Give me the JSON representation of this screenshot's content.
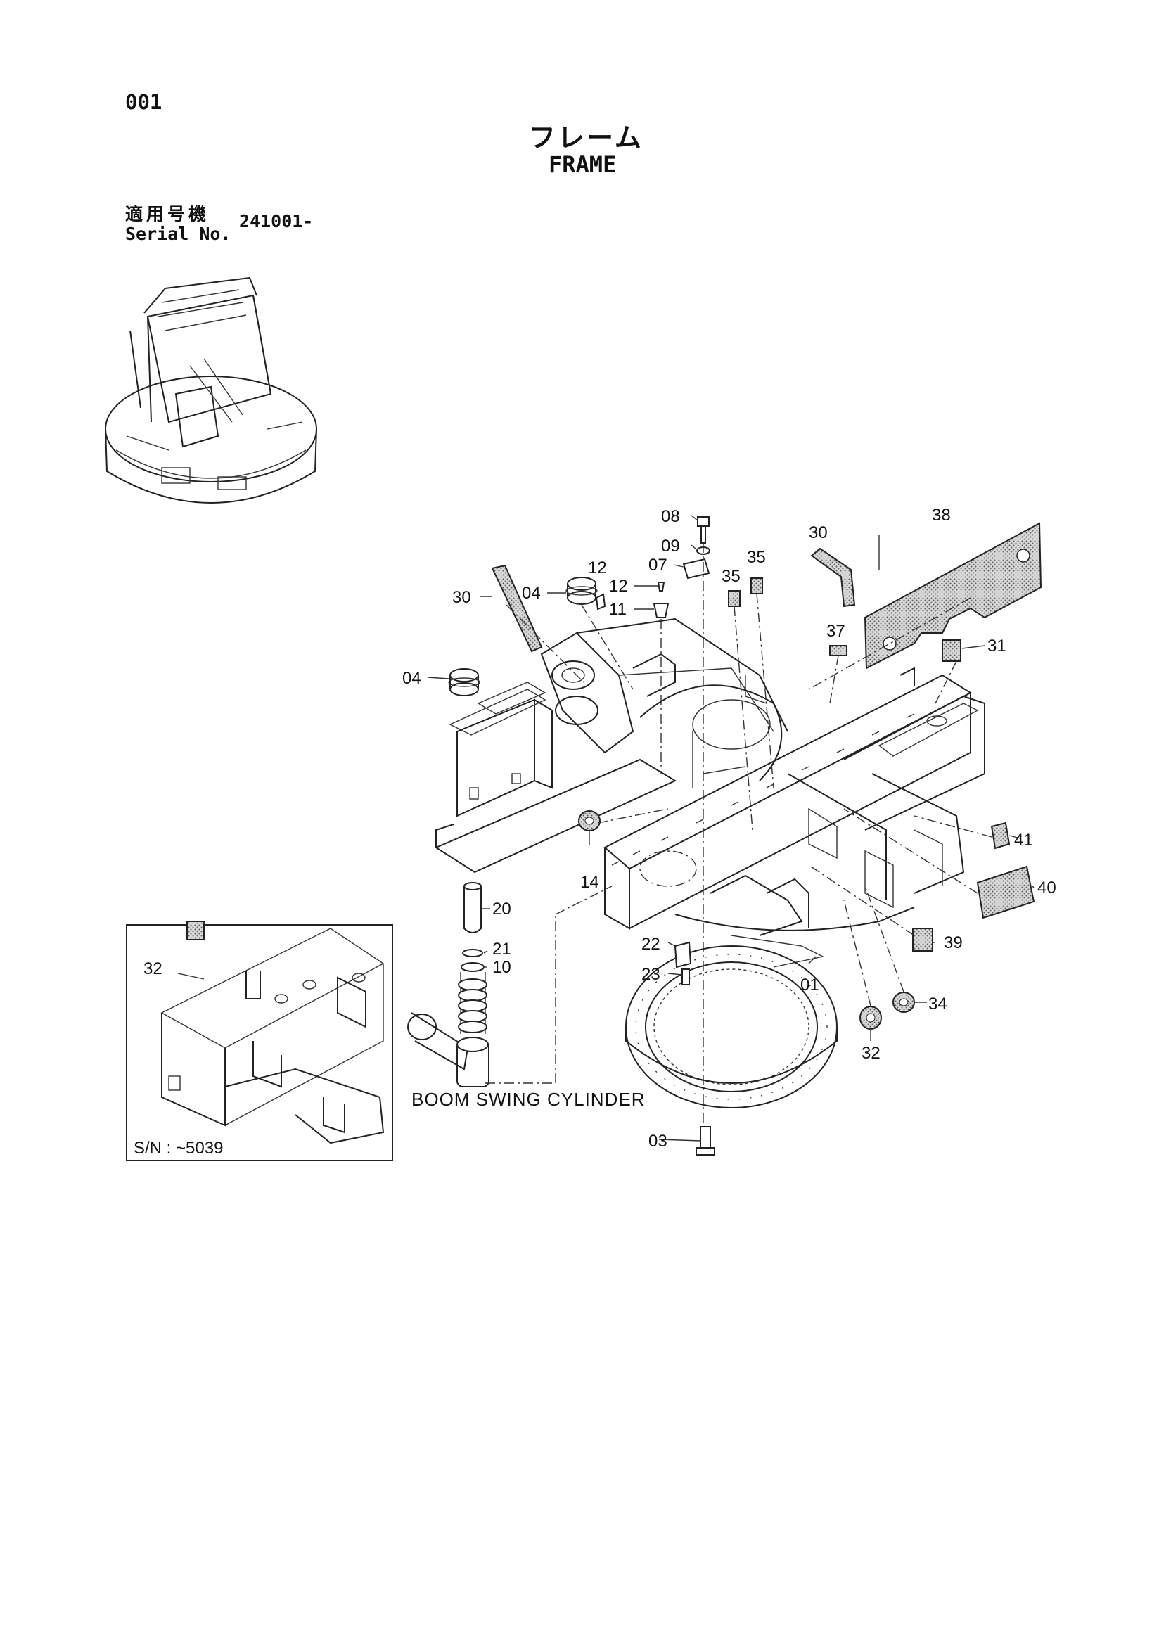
{
  "header": {
    "page_number": "001",
    "title_jp": "フレーム",
    "title_en": "FRAME",
    "serial_label_jp": "適用号機",
    "serial_label_en": "Serial No.",
    "serial_value": "241001-"
  },
  "inset": {
    "serial_note": "S/N : ~5039"
  },
  "callouts": {
    "c08": "08",
    "c09": "09",
    "c07": "07",
    "c12a": "12",
    "c12b": "12",
    "c11": "11",
    "c04a": "04",
    "c04b": "04",
    "c30a": "30",
    "c30b": "30",
    "c35a": "35",
    "c35b": "35",
    "c38": "38",
    "c37": "37",
    "c31": "31",
    "c41": "41",
    "c40": "40",
    "c39": "39",
    "c34": "34",
    "c32a": "32",
    "c32b": "32",
    "c14": "14",
    "c20": "20",
    "c21": "21",
    "c10": "10",
    "c22": "22",
    "c23": "23",
    "c01": "01",
    "c03": "03"
  },
  "annotations": {
    "boom_swing_cylinder": "BOOM SWING CYLINDER"
  }
}
